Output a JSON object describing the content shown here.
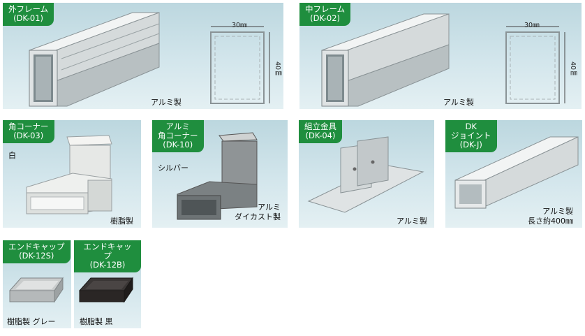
{
  "items": [
    {
      "id": "dk-01",
      "tag": "外フレーム\n(DK-01)",
      "caption": "アルミ製",
      "dim_w": "30㎜",
      "dim_h": "40㎜"
    },
    {
      "id": "dk-02",
      "tag": "中フレーム\n(DK-02)",
      "caption": "アルミ製",
      "dim_w": "30㎜",
      "dim_h": "40㎜"
    },
    {
      "id": "dk-03",
      "tag": "角コーナー\n(DK-03)",
      "color": "白",
      "caption": "樹脂製"
    },
    {
      "id": "dk-10",
      "tag": "アルミ\n角コーナー\n(DK-10)",
      "color": "シルバー",
      "caption": "アルミ\nダイカスト製"
    },
    {
      "id": "dk-04",
      "tag": "組立金具\n(DK-04)",
      "caption": "アルミ製"
    },
    {
      "id": "dk-j",
      "tag": "DK\nジョイント\n(DK-J)",
      "caption": "アルミ製\n長さ約400㎜"
    },
    {
      "id": "dk-12s",
      "tag": "エンドキャップ\n(DK-12S)",
      "caption": "樹脂製 グレー"
    },
    {
      "id": "dk-12b",
      "tag": "エンドキャップ\n(DK-12B)",
      "caption": "樹脂製 黒"
    }
  ],
  "colors": {
    "tag_bg": "#1f8e3e",
    "panel_top": "#bcd7df",
    "panel_bottom": "#e4f0f3"
  }
}
